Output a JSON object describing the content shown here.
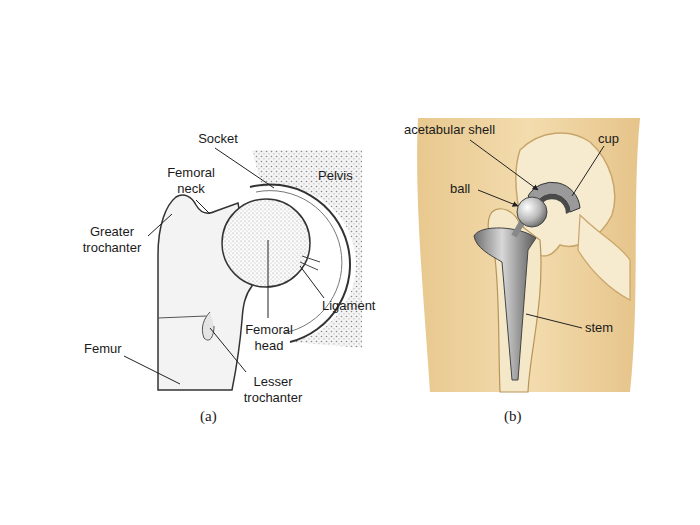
{
  "diagram": {
    "labels": [
      "Socket",
      "Femoral neck",
      "Pelvis",
      "Greater trochanter",
      "Ligament",
      "Femoral head",
      "Femur",
      "Lesser trochanter",
      "(a)",
      "acetabular shell",
      "cup",
      "ball",
      "stem",
      "(b)"
    ]
  }
}
